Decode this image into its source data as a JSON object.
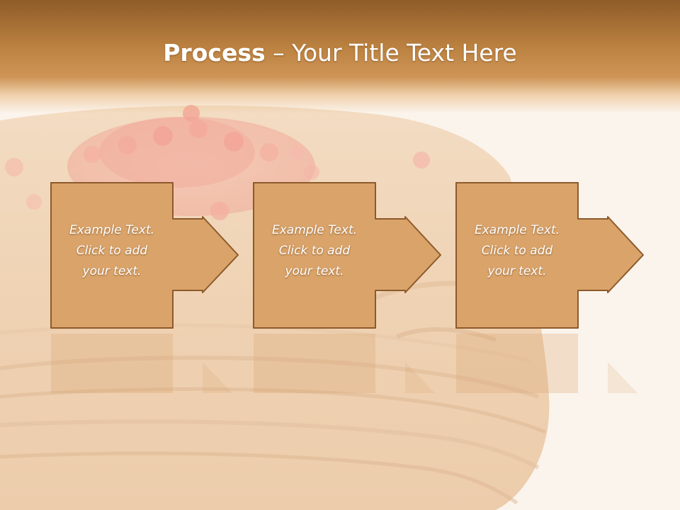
{
  "slide": {
    "title_bold": "Process",
    "title_rest": " – Your Title Text Here",
    "accent_color": "#d9a36a",
    "border_color": "#8d5a2b"
  },
  "steps": [
    {
      "lines": [
        "Example Text.",
        "Click  to add",
        "your text."
      ]
    },
    {
      "lines": [
        "Example Text.",
        "Click  to add",
        "your text."
      ]
    },
    {
      "lines": [
        "Example Text.",
        "Click  to add",
        "your text."
      ]
    }
  ]
}
